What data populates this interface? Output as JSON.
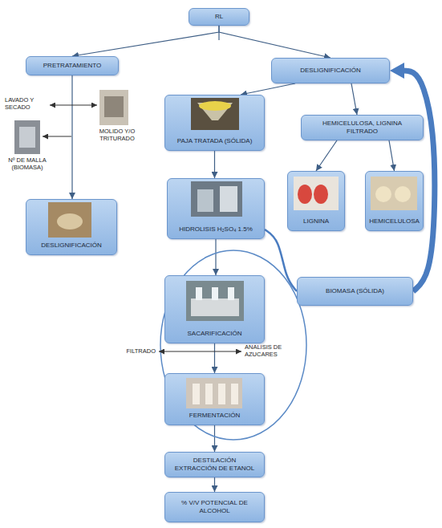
{
  "diagram": {
    "nodes": [
      {
        "text": [
          "RL"
        ]
      },
      {
        "text": [
          "PRETRATAMIENTO"
        ]
      },
      {
        "text": [
          "DESLIGNIFICACIÓN"
        ]
      },
      {
        "text": [
          "PAJA TRATADA (SÓLIDA)"
        ]
      },
      {
        "text": [
          "HEMICELULOSA, LIGNINA FILTRADO"
        ]
      },
      {
        "text": [
          "DESLIGNIFICACIÓN"
        ]
      },
      {
        "text": [
          "LIGNINA"
        ]
      },
      {
        "text": [
          "HEMICELULOSA"
        ]
      },
      {
        "text": [
          "HIDROLISIS H₂SO₄ 1.5%"
        ]
      },
      {
        "text": [
          "SACARIFICACIÓN"
        ]
      },
      {
        "text": [
          "BIOMASA (SÓLIDA)"
        ]
      },
      {
        "text": [
          "FERMENTACIÓN"
        ]
      },
      {
        "text": [
          "DESTILACIÓN EXTRACCIÓN DE ETANOL"
        ]
      },
      {
        "text": [
          "% V/V POTENCIAL DE ALCOHOL"
        ]
      }
    ],
    "edges": [
      {
        "from": 0,
        "to": 1,
        "arrow": "to"
      },
      {
        "from": 0,
        "to": 2,
        "arrow": "to"
      },
      {
        "from": 1,
        "to": 5,
        "arrow": "to"
      },
      {
        "from": 2,
        "to": 3,
        "arrow": "to"
      },
      {
        "from": 2,
        "to": 4,
        "arrow": "to"
      },
      {
        "from": 4,
        "to": 6,
        "arrow": "to"
      },
      {
        "from": 4,
        "to": 7,
        "arrow": "to"
      },
      {
        "from": 3,
        "to": 8,
        "arrow": "to"
      },
      {
        "from": 8,
        "to": 9,
        "arrow": "to"
      },
      {
        "from": 8,
        "to": 10,
        "arrow": "none"
      },
      {
        "from": 10,
        "to": 2,
        "arrow": "to"
      },
      {
        "from": 9,
        "to": 11,
        "arrow": "to"
      },
      {
        "from": 11,
        "to": 12,
        "arrow": "to"
      },
      {
        "from": 12,
        "to": 13,
        "arrow": "to"
      }
    ],
    "labels": [
      "LAVADO Y SECADO",
      "MOLIDO Y/O TRITURADO",
      "Nº DE MALLA (BIOMASA)",
      "FILTRADO",
      "ANALISIS DE AZUCARES"
    ]
  }
}
